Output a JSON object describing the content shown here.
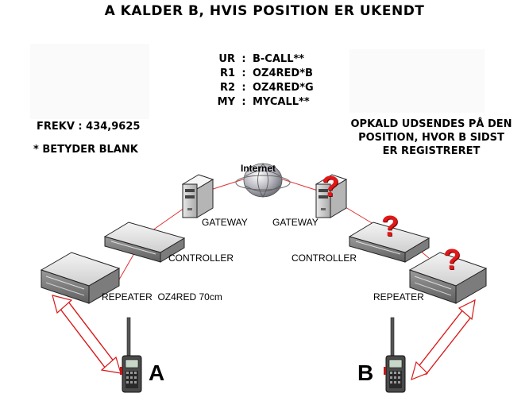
{
  "title": "A KALDER B, HVIS POSITION ER UKENDT",
  "callsigns": [
    {
      "key": "UR",
      "sep": ":",
      "value": "B-CALL**"
    },
    {
      "key": "R1",
      "sep": ":",
      "value": "OZ4RED*B"
    },
    {
      "key": "R2",
      "sep": ":",
      "value": "OZ4RED*G"
    },
    {
      "key": "MY",
      "sep": ":",
      "value": "MYCALL**"
    }
  ],
  "freq": "FREKV : 434,9625",
  "blank_note": "* BETYDER BLANK",
  "call_note_lines": [
    "OPKALD UDSENDES PÅ DEN",
    "POSITION, HVOR B SIDST",
    "ER REGISTRERET"
  ],
  "internet_label": "Internet",
  "left": {
    "gateway": "GATEWAY",
    "controller": "CONTROLLER",
    "repeater": "REPEATER  OZ4RED 70cm",
    "station": "A"
  },
  "right": {
    "gateway": "GATEWAY",
    "controller": "CONTROLLER",
    "repeater": "REPEATER",
    "station": "B"
  },
  "question_mark": "?",
  "colors": {
    "link": "#e03030",
    "question": "#e01818",
    "radio_link": "#d81818"
  }
}
